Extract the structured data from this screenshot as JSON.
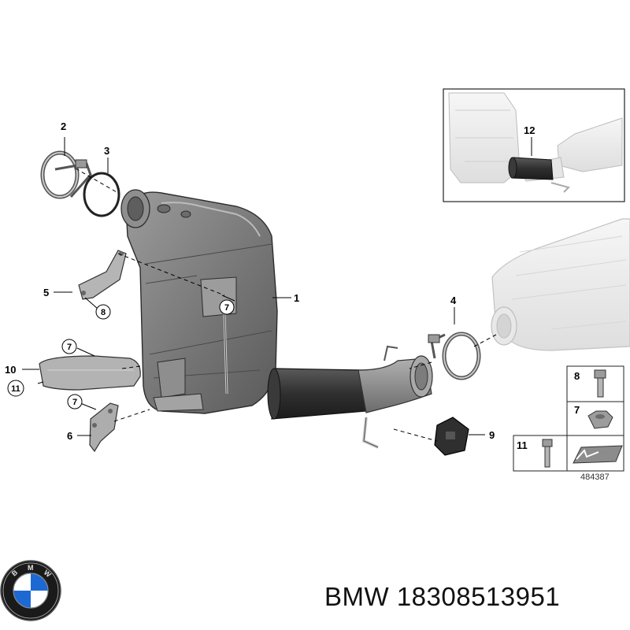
{
  "callouts": {
    "c1": "1",
    "c2": "2",
    "c3": "3",
    "c4": "4",
    "c5": "5",
    "c6": "6",
    "c7a": "7",
    "c7b": "7",
    "c7c": "7",
    "c8": "8",
    "c9": "9",
    "c10": "10",
    "c11": "11",
    "c12": "12"
  },
  "hardware_table": {
    "row1_number": "8",
    "row2_number": "7",
    "row3_number": "11",
    "diagram_id": "484387"
  },
  "brand": {
    "logo_letters": "BMW",
    "caption": "BMW 18308513951"
  },
  "colors": {
    "part_dark": "#5f5f5f",
    "part_mid": "#8a8a8a",
    "part_light": "#c7c7c7",
    "ghost_fill": "#efefef",
    "ghost_stroke": "#bdbdbd",
    "bmw_blue": "#1c69d4"
  }
}
